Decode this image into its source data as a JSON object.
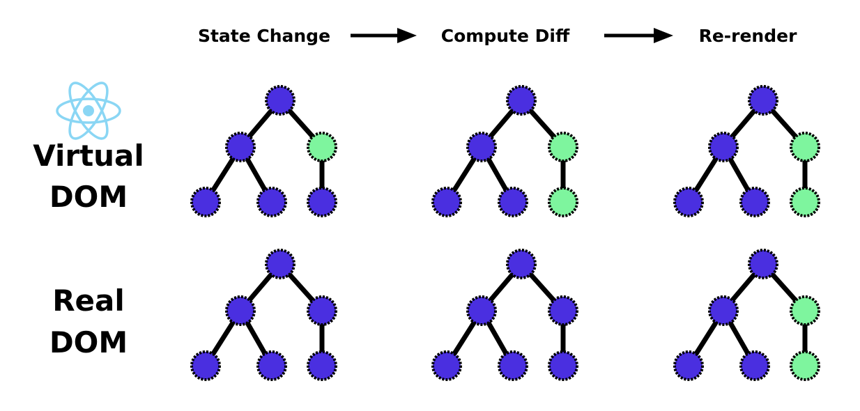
{
  "steps": [
    "State Change",
    "Compute Diff",
    "Re-render"
  ],
  "rows": [
    {
      "label_lines": [
        "Virtual",
        "DOM"
      ],
      "has_logo": true
    },
    {
      "label_lines": [
        "Real",
        "DOM"
      ],
      "has_logo": false
    }
  ],
  "logo": {
    "name": "react-logo-icon",
    "color": "#8ad6f4"
  },
  "colors": {
    "node_default": "#4a2fe0",
    "node_changed": "#7ef59e",
    "edge": "#000000",
    "arrow": "#000000"
  },
  "trees": [
    [
      [
        "default",
        "default",
        "changed",
        "default",
        "default",
        "default"
      ],
      [
        "default",
        "default",
        "changed",
        "default",
        "default",
        "changed"
      ],
      [
        "default",
        "default",
        "changed",
        "default",
        "default",
        "changed"
      ]
    ],
    [
      [
        "default",
        "default",
        "default",
        "default",
        "default",
        "default"
      ],
      [
        "default",
        "default",
        "default",
        "default",
        "default",
        "default"
      ],
      [
        "default",
        "default",
        "changed",
        "default",
        "default",
        "changed"
      ]
    ]
  ]
}
